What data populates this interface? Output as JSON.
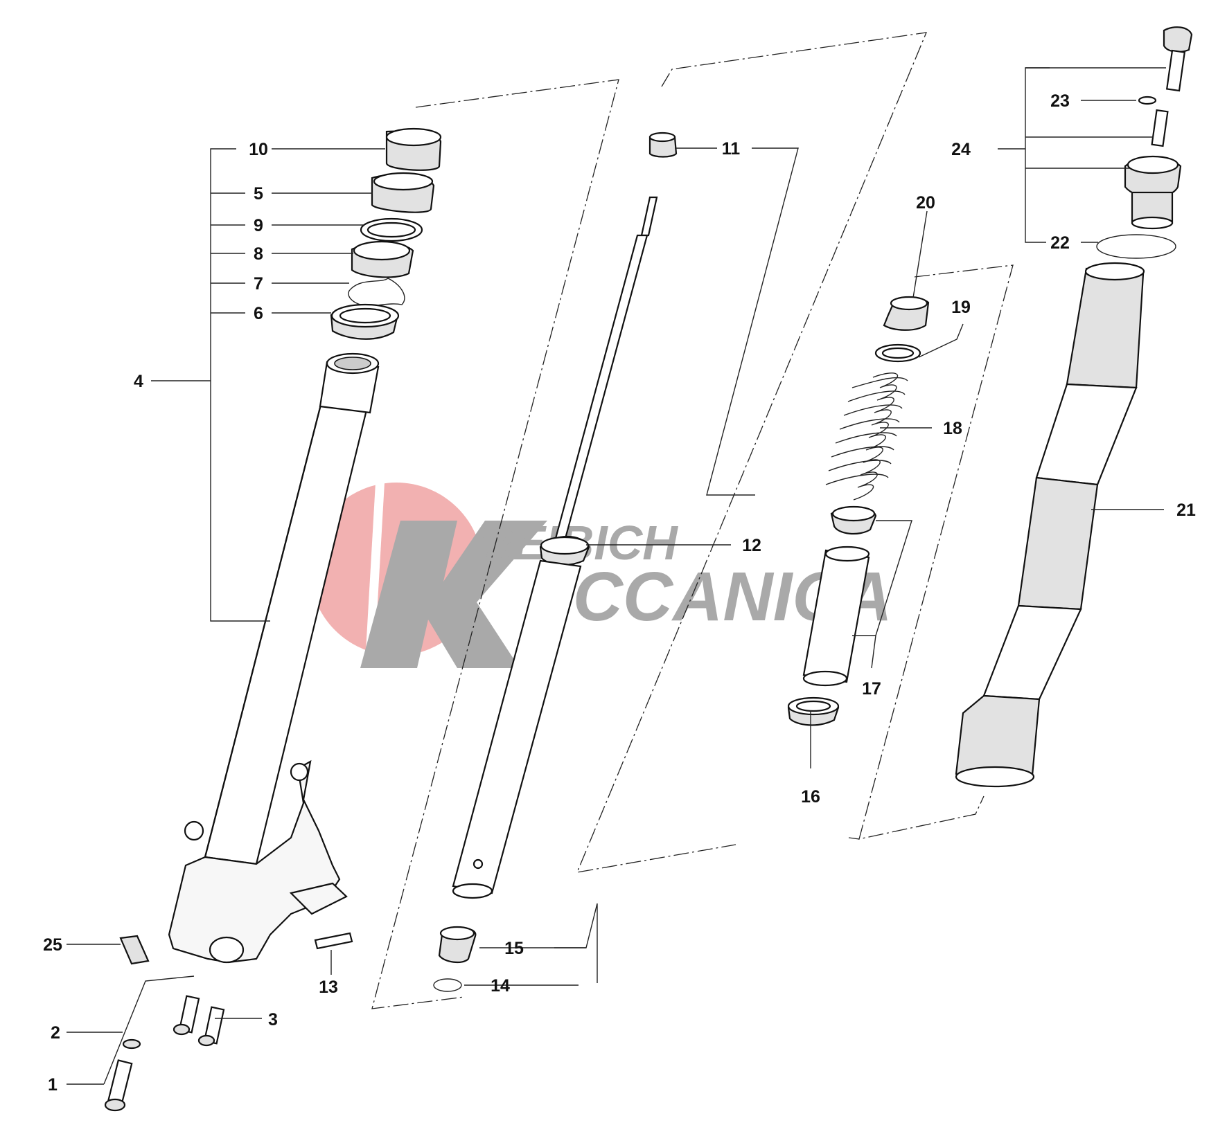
{
  "diagram": {
    "watermark": {
      "line1": "REIBICH",
      "line2": "ECCANICA",
      "letter": "K",
      "circle_color": "#f2b1b1",
      "text_color": "#a9a9a9"
    },
    "callouts": [
      "1",
      "2",
      "3",
      "4",
      "5",
      "6",
      "7",
      "8",
      "9",
      "10",
      "11",
      "12",
      "13",
      "14",
      "15",
      "16",
      "17",
      "18",
      "19",
      "20",
      "21",
      "22",
      "23",
      "24",
      "25"
    ]
  }
}
